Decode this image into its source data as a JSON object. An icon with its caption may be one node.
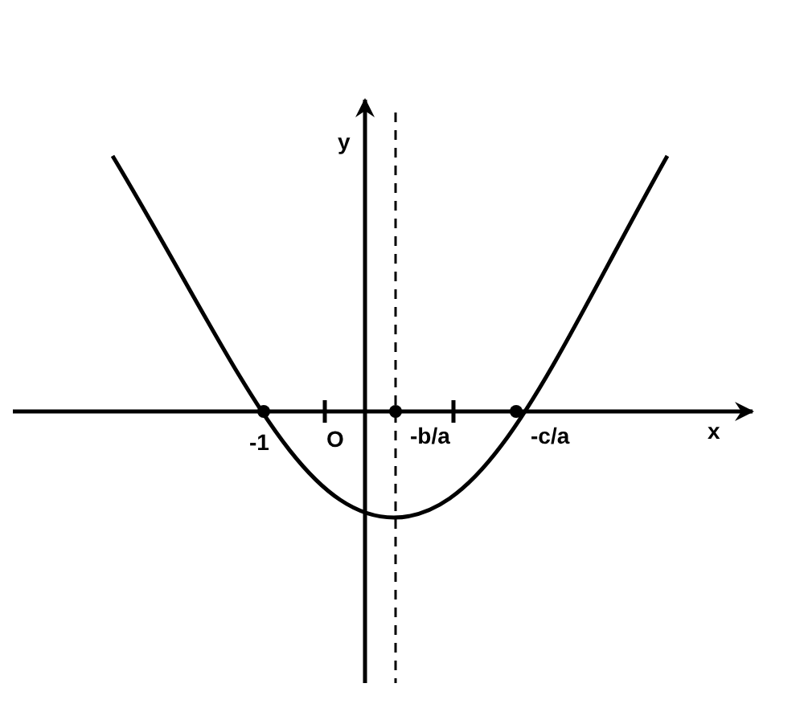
{
  "diagram": {
    "labels": [
      "y",
      "x",
      "-1",
      "O",
      "-b/a",
      "-c/a"
    ]
  }
}
